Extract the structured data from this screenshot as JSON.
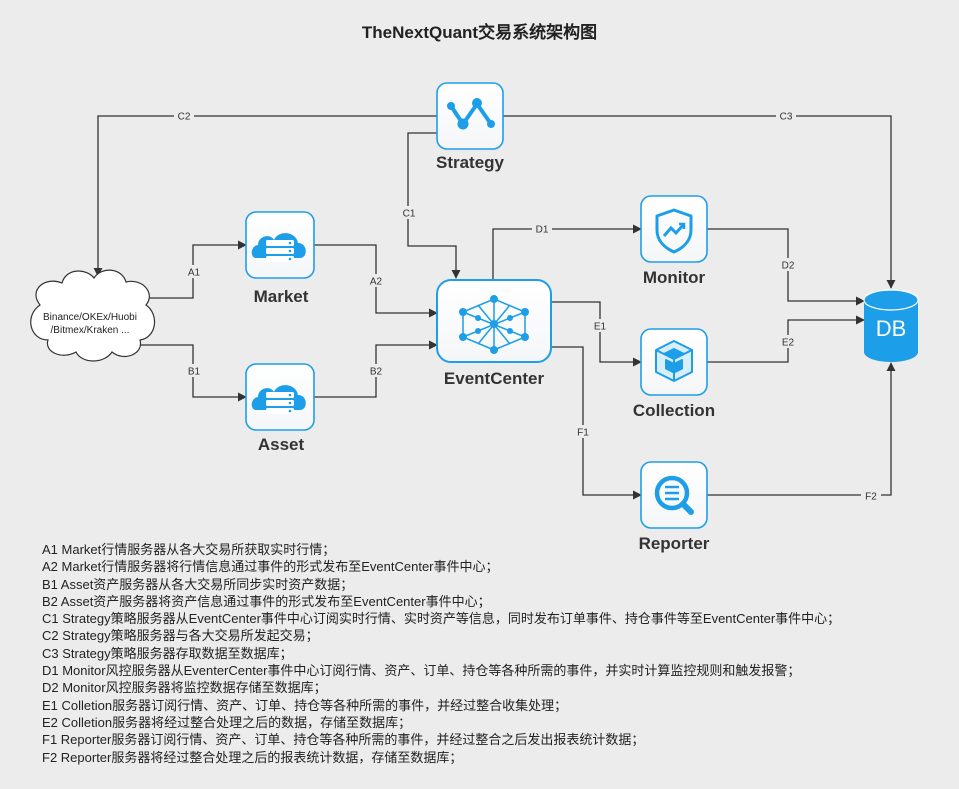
{
  "title": "TheNextQuant交易系统架构图",
  "nodes": {
    "exchanges": {
      "line1": "Binance/OKEx/Huobi",
      "line2": "/Bitmex/Kraken ..."
    },
    "strategy": "Strategy",
    "market": "Market",
    "asset": "Asset",
    "eventcenter": "EventCenter",
    "monitor": "Monitor",
    "collection": "Collection",
    "reporter": "Reporter",
    "db": "DB"
  },
  "edges": {
    "a1": "A1",
    "a2": "A2",
    "b1": "B1",
    "b2": "B2",
    "c1": "C1",
    "c2": "C2",
    "c3": "C3",
    "d1": "D1",
    "d2": "D2",
    "e1": "E1",
    "e2": "E2",
    "f1": "F1",
    "f2": "F2"
  },
  "notes": [
    "A1 Market行情服务器从各大交易所获取实时行情；",
    "A2 Market行情服务器将行情信息通过事件的形式发布至EventCenter事件中心；",
    "B1 Asset资产服务器从各大交易所同步实时资产数据；",
    "B2 Asset资产服务器将资产信息通过事件的形式发布至EventCenter事件中心；",
    "C1 Strategy策略服务器从EventCenter事件中心订阅实时行情、实时资产等信息，同时发布订单事件、持仓事件等至EventCenter事件中心；",
    "C2 Strategy策略服务器与各大交易所发起交易；",
    "C3 Strategy策略服务器存取数据至数据库；",
    "D1 Monitor风控服务器从EventerCenter事件中心订阅行情、资产、订单、持仓等各种所需的事件，并实时计算监控规则和触发报警；",
    "D2 Monitor风控服务器将监控数据存储至数据库；",
    "E1 Colletion服务器订阅行情、资产、订单、持仓等各种所需的事件，并经过整合收集处理；",
    "E2 Colletion服务器将经过整合处理之后的数据，存储至数据库；",
    "F1 Reporter服务器订阅行情、资产、订单、持仓等各种所需的事件，并经过整合之后发出报表统计数据；",
    "F2 Reporter服务器将经过整合处理之后的报表统计数据，存储至数据库；"
  ],
  "colors": {
    "accent": "#1d9ee8",
    "line": "#333333",
    "background": "#ececec"
  }
}
